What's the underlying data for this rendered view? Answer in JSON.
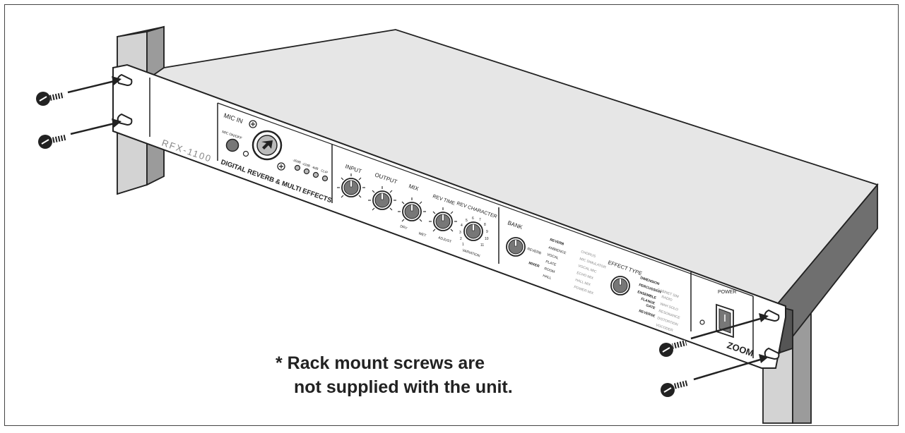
{
  "device": {
    "model": "RFX-1100",
    "product_line": "DIGITAL REVERB & MULTI EFFECTS",
    "brand": "ZOOM",
    "mic_section": {
      "title": "MIC IN",
      "mic_onoff": "MIC ON/OFF",
      "levels": [
        "-20dB",
        "-12dB",
        "-6dB",
        "CLIP"
      ]
    },
    "knobs": {
      "input": "INPUT",
      "output": "OUTPUT",
      "mix": "MIX",
      "mix_dry": "DRY",
      "mix_wet": "WET",
      "rev_time": "REV TIME",
      "adjust": "ADJUST",
      "rev_character": "REV CHARACTER",
      "variation": "VARIATION",
      "variation_numbers": [
        "1",
        "2",
        "3",
        "4",
        "5",
        "6",
        "7",
        "8",
        "9",
        "10",
        "11"
      ]
    },
    "bank": {
      "title": "BANK",
      "reverb": "REVERB",
      "mixer": "MIXER"
    },
    "effect_type": {
      "title": "EFFECT TYPE",
      "left_list": [
        "REVERB",
        "AMBIENCE",
        "VOCAL",
        "PLATE",
        "ROOM",
        "HALL"
      ],
      "middle_list": [
        "CHORUS",
        "MIC SIMULATOR",
        "VOCAL MIC",
        "ECHO MIX",
        "HALL MIX",
        "POWER MIX"
      ],
      "dial_labels": [
        "DIMENSION",
        "PERCUSSION",
        "ENSEMBLE",
        "FLANGE",
        "GATE",
        "REVERSE"
      ],
      "right_list": [
        "CABINET SIM",
        "RADIO",
        "WAH SOLO",
        "RESONANCE",
        "DISTORTION",
        "VOCODER"
      ]
    },
    "power": "POWER"
  },
  "note": {
    "line1": "* Rack mount screws are",
    "line2": "not supplied with the unit."
  }
}
